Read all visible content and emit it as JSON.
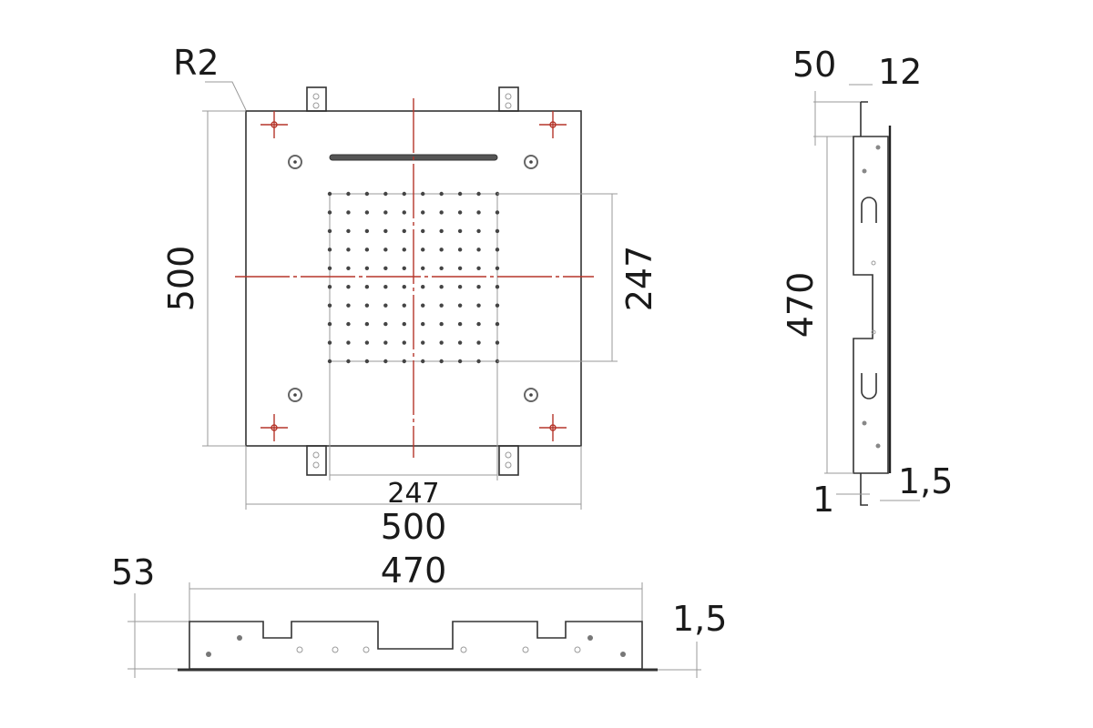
{
  "drawing": {
    "plan_view": {
      "corner_radius_label": "R2",
      "height_label": "500",
      "nozzle_area_height_label": "247",
      "nozzle_area_width_label": "247",
      "width_label": "500",
      "nozzle_grid": {
        "rows": 10,
        "cols": 10
      }
    },
    "side_view": {
      "flange_height_label": "50",
      "flange_width_label": "12",
      "height_label": "470",
      "bottom_offset_label": "1",
      "thickness_label": "1,5"
    },
    "front_view": {
      "height_label": "53",
      "width_label": "470",
      "thickness_label": "1,5"
    },
    "colors": {
      "line": "#333333",
      "centerline": "#b5352a",
      "dimension": "#9a9a9a"
    }
  }
}
